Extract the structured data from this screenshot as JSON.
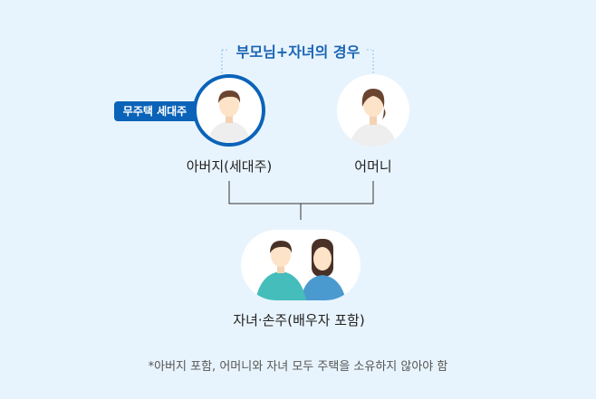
{
  "title": "부모님+자녀의 경우",
  "badge": "무주택 세대주",
  "father_label": "아버지(세대주)",
  "mother_label": "어머니",
  "children_label": "자녀·손주(배우자 포함)",
  "footnote": "*아버지 포함, 어머니와 자녀 모두 주택을 소유하지 않아야 함",
  "colors": {
    "accent": "#0a63b8",
    "background": "#e8f4fd",
    "son_hoodie": "#45bdbb",
    "daughter_hoodie": "#4a9ad0"
  }
}
